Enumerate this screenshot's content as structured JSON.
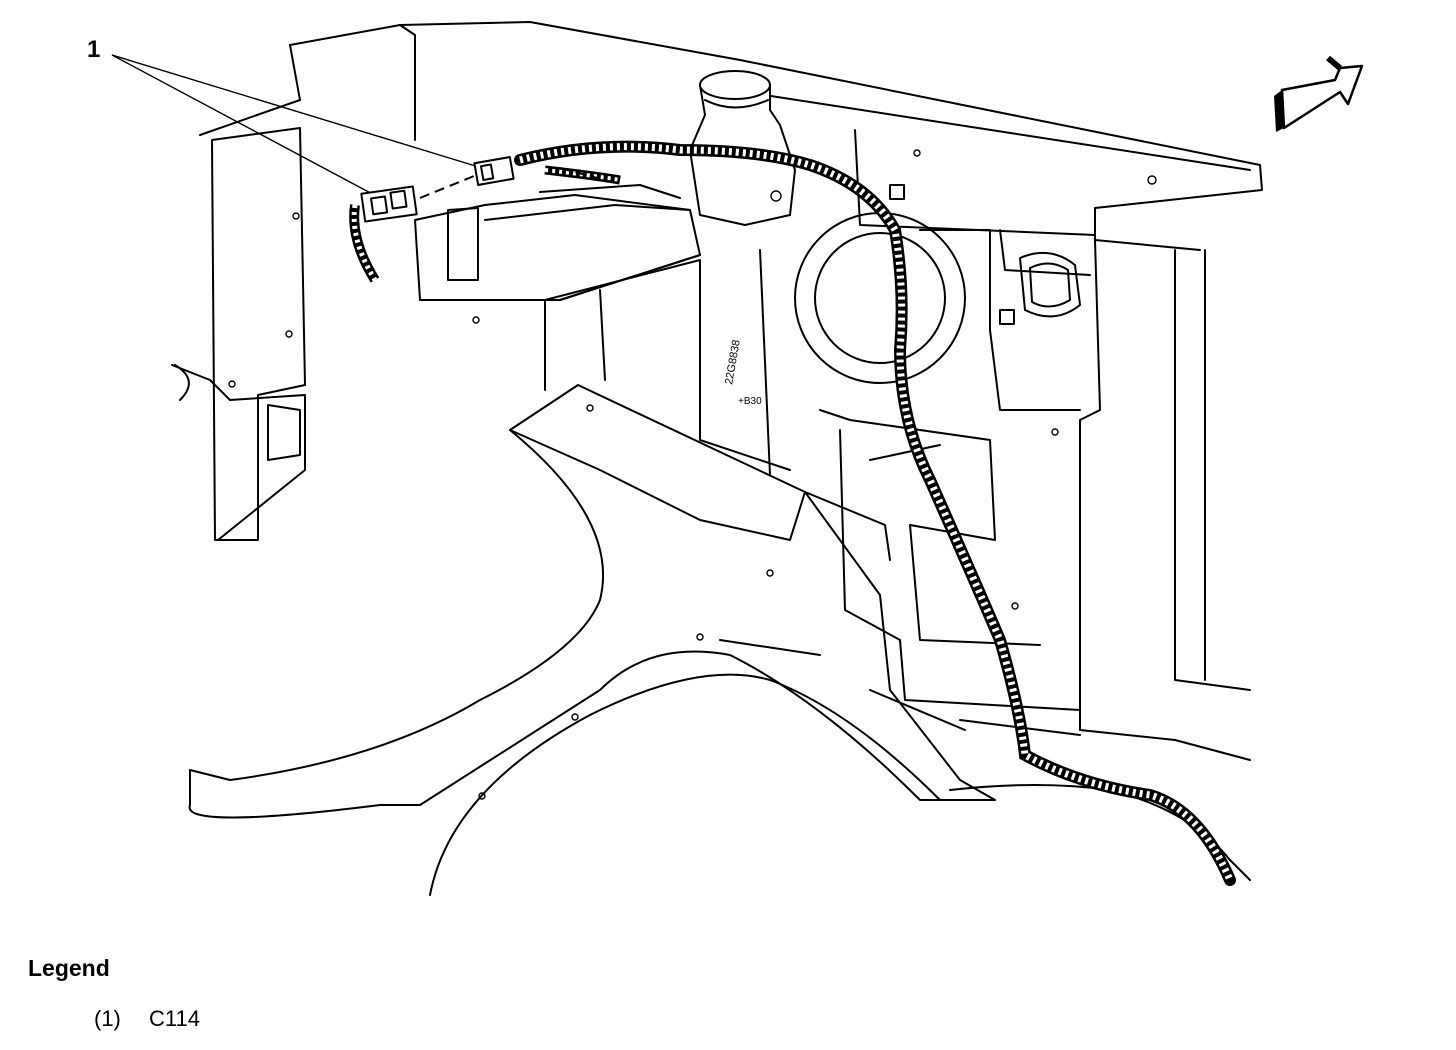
{
  "callouts": [
    {
      "label": "1"
    }
  ],
  "part_markings": {
    "part_number": "22G8838",
    "code": "+B30"
  },
  "legend": {
    "title": "Legend",
    "items": [
      {
        "number": "(1)",
        "description": "C114"
      }
    ]
  }
}
